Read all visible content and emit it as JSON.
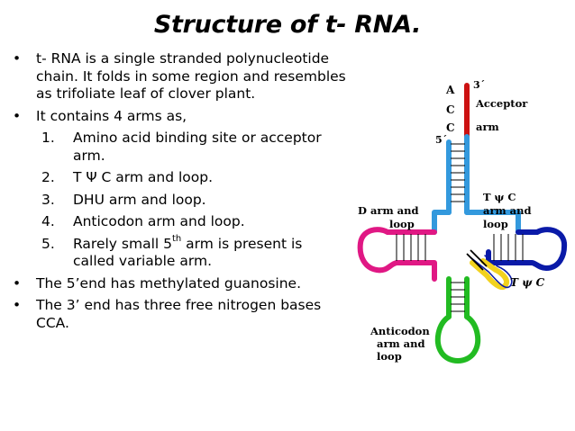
{
  "title": "Structure of t- RNA.",
  "bullets": {
    "b1": "t- RNA is a single stranded polynucleotide chain. It folds in some region and resembles as trifoliate leaf of clover plant.",
    "b2": "It contains 4 arms as,",
    "b3": "The 5’end has methylated guanosine.",
    "b4": "The 3’ end has three free nitrogen bases CCA."
  },
  "numbered": [
    {
      "num": "1.",
      "text": "Amino acid binding site or acceptor arm."
    },
    {
      "num": "2.",
      "text": "T Ψ C arm and loop."
    },
    {
      "num": "3.",
      "text": "DHU arm and loop."
    },
    {
      "num": "4.",
      "text": "Anticodon arm and loop."
    },
    {
      "num": "5.",
      "text_a": "Rarely small 5",
      "sup": "th",
      "text_b": " arm is present is called variable arm."
    }
  ],
  "diagram": {
    "nucleotides": [
      "A",
      "C",
      "C"
    ],
    "three_prime": "3´",
    "five_prime": "5´",
    "acceptor_label_1": "Acceptor",
    "acceptor_label_2": "arm",
    "d_arm_1": "D arm and",
    "d_arm_2": "loop",
    "tpsic_1": "T ψ C",
    "tpsic_2": "arm and",
    "tpsic_3": "loop",
    "tpsic_small": "T ψ C",
    "anticodon_1": "Anticodon",
    "anticodon_2": "arm and",
    "anticodon_3": "loop"
  },
  "colors": {
    "acceptor": "#cc1111",
    "stem": "#3399dd",
    "d_loop": "#e01884",
    "t_loop": "#0a1aa8",
    "variable": "#f2d21e",
    "anticodon_stem": "#22bb22",
    "anticodon_loop": "#22bb22"
  }
}
